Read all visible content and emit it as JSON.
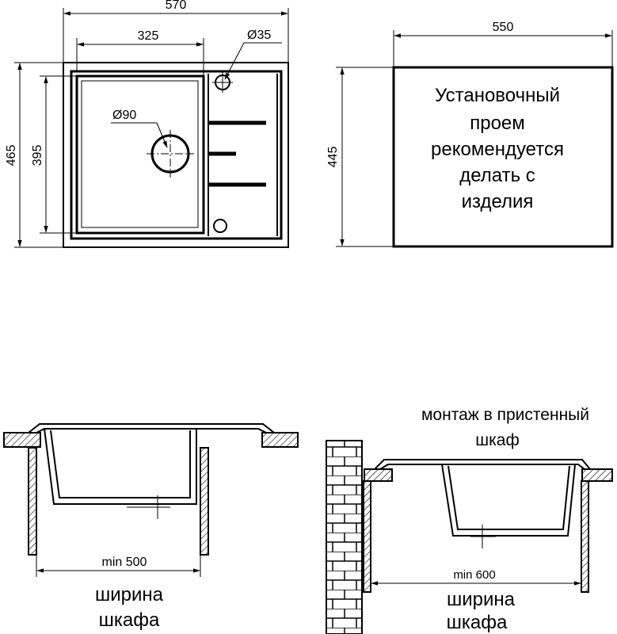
{
  "top_view": {
    "overall_width": "570",
    "bowl_width": "325",
    "overall_height": "465",
    "bowl_height": "395",
    "tap_hole": "Ø35",
    "drain": "Ø90"
  },
  "cutout": {
    "width": "550",
    "height": "445",
    "note_lines": [
      "Установочный",
      "проем",
      "рекомендуется",
      "делать с",
      "изделия"
    ]
  },
  "section_left": {
    "min_label": "min 500",
    "caption_lines": [
      "ширина",
      "шкафа"
    ]
  },
  "section_right": {
    "title_lines": [
      "монтаж в пристенный",
      "шкаф"
    ],
    "min_label": "min 600",
    "caption_lines": [
      "ширина",
      "шкафа"
    ]
  }
}
